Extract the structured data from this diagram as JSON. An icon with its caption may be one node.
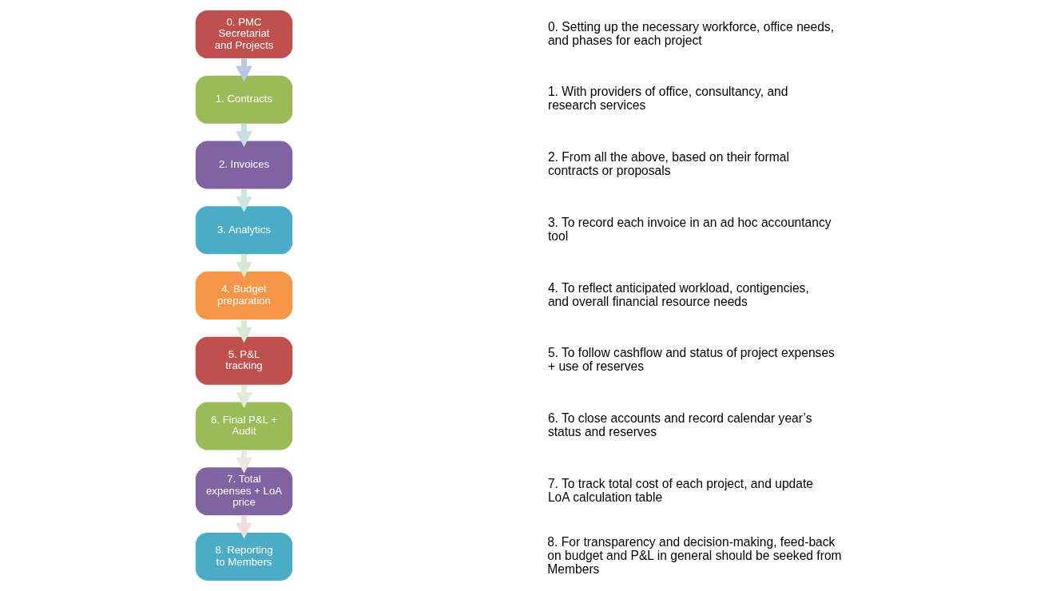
{
  "diagram": {
    "nodes": [
      {
        "text": [
          "0. PMC Secretariat and Projects"
        ]
      },
      {
        "text": [
          "1. Contracts"
        ]
      },
      {
        "text": [
          "2. Invoices"
        ]
      },
      {
        "text": [
          "3. Analytics"
        ]
      },
      {
        "text": [
          "4. Budget preparation"
        ]
      },
      {
        "text": [
          "5. P&L tracking"
        ]
      },
      {
        "text": [
          "6. Final P&L + Audit"
        ]
      },
      {
        "text": [
          "7. Total expenses + LoA price"
        ]
      },
      {
        "text": [
          "8. Reporting to Members"
        ]
      }
    ],
    "edges": [
      {
        "from": 0,
        "to": 1,
        "arrow": "to",
        "color": "#b9c7e0"
      },
      {
        "from": 1,
        "to": 2,
        "arrow": "to",
        "color": "#c5dfe3"
      },
      {
        "from": 2,
        "to": 3,
        "arrow": "to",
        "color": "#cfe6dd"
      },
      {
        "from": 3,
        "to": 4,
        "arrow": "to",
        "color": "#d4e8d6"
      },
      {
        "from": 4,
        "to": 5,
        "arrow": "to",
        "color": "#d8e9d5"
      },
      {
        "from": 5,
        "to": 6,
        "arrow": "to",
        "color": "#e3ebd9"
      },
      {
        "from": 6,
        "to": 7,
        "arrow": "to",
        "color": "#ece8e0"
      },
      {
        "from": 7,
        "to": 8,
        "arrow": "to",
        "color": "#eedfdc"
      }
    ],
    "labels": [
      "0. Setting up the necessary workforce, office needs, and phases for each project",
      "1. With providers of office, consultancy, and research services",
      "2. From all the above, based on their formal contracts or proposals",
      "3. To record each invoice in an ad hoc accountancy tool",
      "4. To reflect anticipated workload, contigencies, and overall financial resource needs",
      "5. To follow cashflow and status of project expenses + use of reserves",
      "6. To close accounts and record calendar year’s status and reserves",
      "7. To track total cost of each project, and update LoA calculation table",
      "8. For transparency and decision-making, feed-back on budget and P&L in general should be seeked from Members"
    ]
  }
}
